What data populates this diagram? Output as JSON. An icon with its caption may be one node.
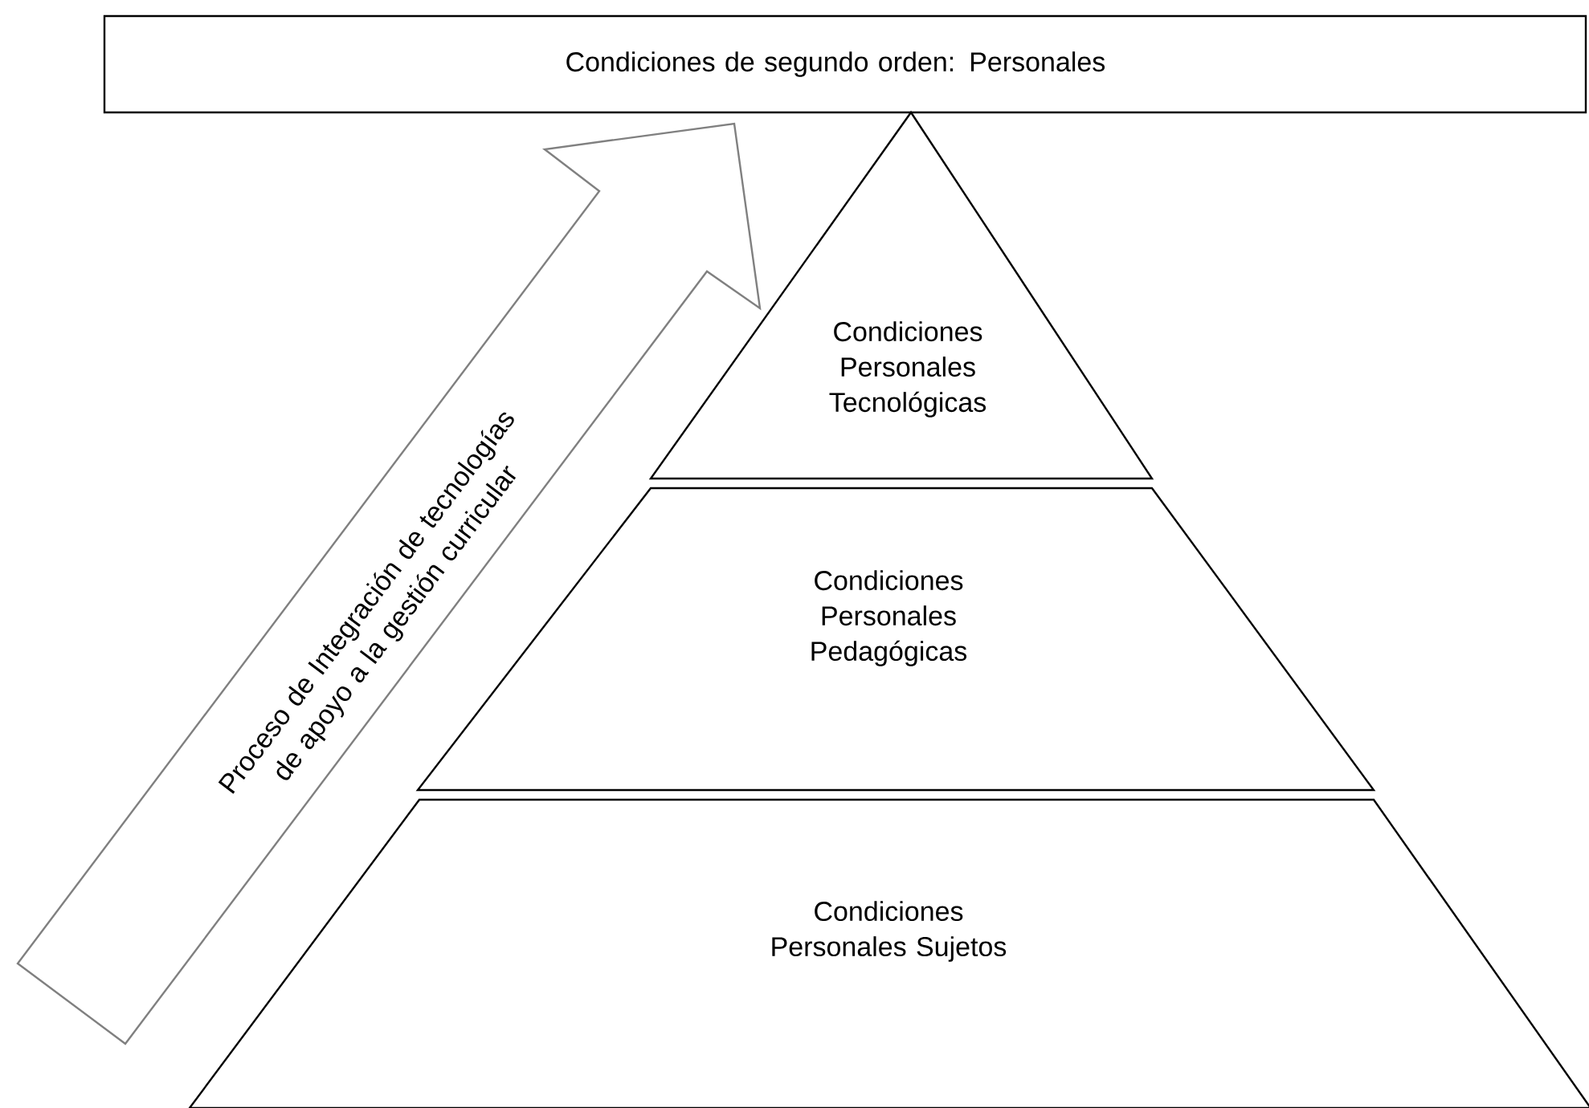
{
  "diagram": {
    "nodes": [
      {
        "text": [
          "Condiciones de segundo orden: Personales"
        ]
      },
      {
        "text": [
          "Proceso de Integración de tecnologías de apoyo a la gestión curricular"
        ]
      },
      {
        "text": [
          "Condiciones Personales Tecnológicas"
        ]
      },
      {
        "text": [
          "Condiciones Personales Pedagógicas"
        ]
      },
      {
        "text": [
          "Condiciones Personales Sujetos"
        ]
      }
    ]
  }
}
